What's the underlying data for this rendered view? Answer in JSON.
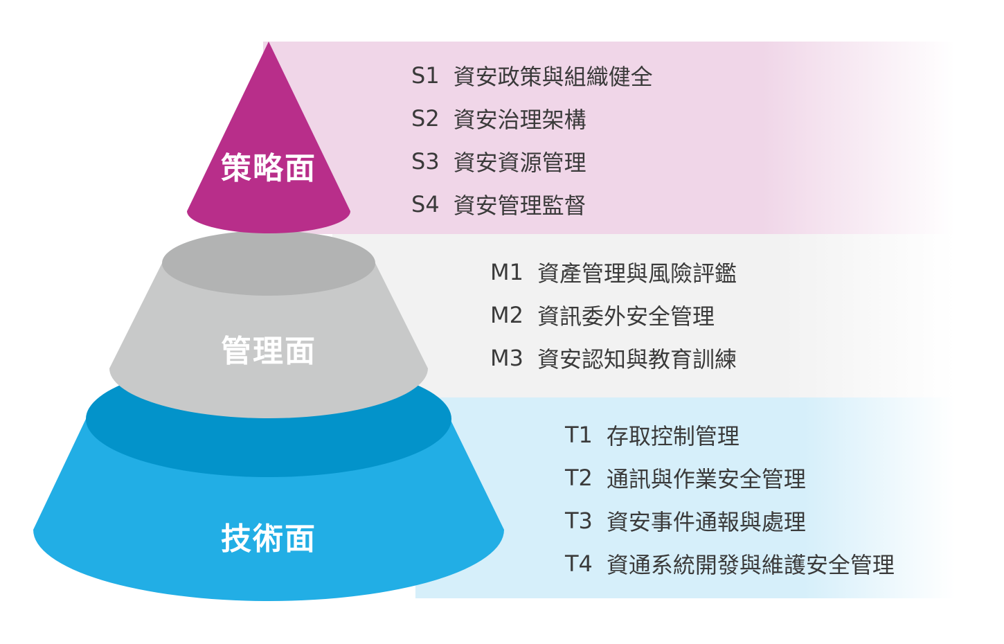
{
  "tiers": [
    {
      "id": "strategy",
      "label": "策略面",
      "color": "#b82e8a",
      "band_color": "#f0d6e8",
      "items": [
        {
          "code": "S1",
          "text": "資安政策與組織健全"
        },
        {
          "code": "S2",
          "text": "資安治理架構"
        },
        {
          "code": "S3",
          "text": "資安資源管理"
        },
        {
          "code": "S4",
          "text": "資安管理監督"
        }
      ]
    },
    {
      "id": "management",
      "label": "管理面",
      "color": "#c8c9c9",
      "top_color": "#b2b3b3",
      "band_color": "#f2f2f2",
      "items": [
        {
          "code": "M1",
          "text": "資產管理與風險評鑑"
        },
        {
          "code": "M2",
          "text": "資訊委外安全管理"
        },
        {
          "code": "M3",
          "text": "資安認知與教育訓練"
        }
      ]
    },
    {
      "id": "technical",
      "label": "技術面",
      "color": "#22aee5",
      "top_color": "#0393ca",
      "band_color": "#d6effa",
      "items": [
        {
          "code": "T1",
          "text": "存取控制管理"
        },
        {
          "code": "T2",
          "text": "通訊與作業安全管理"
        },
        {
          "code": "T3",
          "text": "資安事件通報與處理"
        },
        {
          "code": "T4",
          "text": "資通系統開發與維護安全管理"
        }
      ]
    }
  ]
}
